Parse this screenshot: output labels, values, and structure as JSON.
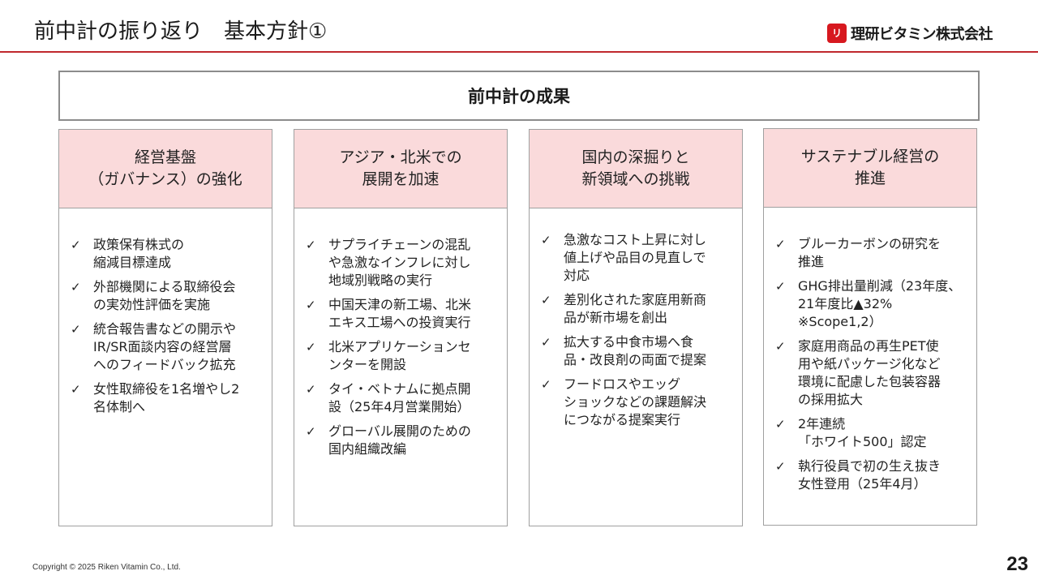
{
  "header": {
    "title": "前中計の振り返り　基本方針①",
    "logo_mark": "リケン",
    "logo_text": "理研ビタミン株式会社"
  },
  "summary": {
    "title": "前中計の成果"
  },
  "check_glyph": "✓",
  "columns": [
    {
      "heading": "経営基盤\n（ガバナンス）の強化",
      "items": [
        "政策保有株式の\n縮減目標達成",
        "外部機関による取締役会\nの実効性評価を実施",
        "統合報告書などの開示や\nIR/SR面談内容の経営層\nへのフィードバック拡充",
        "女性取締役を1名増やし2\n名体制へ"
      ]
    },
    {
      "heading": "アジア・北米での\n展開を加速",
      "items": [
        "サプライチェーンの混乱\nや急激なインフレに対し\n地域別戦略の実行",
        "中国天津の新工場、北米\nエキス工場への投資実行",
        "北米アプリケーションセ\nンターを開設",
        "タイ・ベトナムに拠点開\n設（25年4月営業開始）",
        "グローバル展開のための\n国内組織改編"
      ]
    },
    {
      "heading": "国内の深掘りと\n新領域への挑戦",
      "items": [
        "急激なコスト上昇に対し\n値上げや品目の見直しで\n対応",
        "差別化された家庭用新商\n品が新市場を創出",
        "拡大する中食市場へ食\n品・改良剤の両面で提案",
        "フードロスやエッグ\nショックなどの課題解決\nにつながる提案実行"
      ]
    },
    {
      "heading": "サステナブル経営の\n推進",
      "items": [
        "ブルーカーボンの研究を\n推進",
        "GHG排出量削減（23年度、\n21年度比▲32%\n※Scope1,2）",
        "家庭用商品の再生PET使\n用や紙パッケージ化など\n環境に配慮した包装容器\nの採用拡大",
        "2年連続\n「ホワイト500」認定",
        "執行役員で初の生え抜き\n女性登用（25年4月）"
      ]
    }
  ],
  "footer": {
    "copyright": "Copyright © 2025 Riken Vitamin Co., Ltd.",
    "page_number": "23"
  }
}
